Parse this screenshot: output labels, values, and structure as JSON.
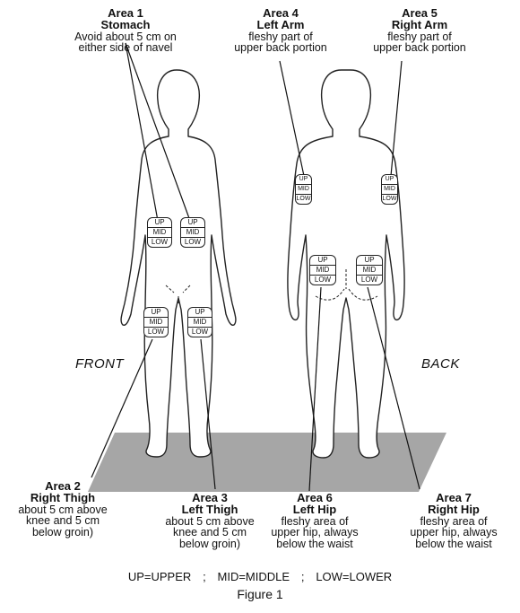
{
  "areas": [
    {
      "title": "Area 1",
      "subtitle": "Stomach",
      "lines": [
        "Avoid about 5 cm on",
        "either side of navel"
      ]
    },
    {
      "title": "Area 4",
      "subtitle": "Left Arm",
      "lines": [
        "fleshy part of",
        "upper back portion"
      ]
    },
    {
      "title": "Area 5",
      "subtitle": "Right Arm",
      "lines": [
        "fleshy part of",
        "upper back portion"
      ]
    },
    {
      "title": "Area 2",
      "subtitle": "Right Thigh",
      "lines": [
        "about 5 cm above",
        "knee and 5 cm",
        "below groin)"
      ]
    },
    {
      "title": "Area 3",
      "subtitle": "Left Thigh",
      "lines": [
        "about 5 cm above",
        "knee and 5 cm",
        "below groin)"
      ]
    },
    {
      "title": "Area 6",
      "subtitle": "Left Hip",
      "lines": [
        "fleshy area of",
        "upper hip, always",
        "below the waist"
      ]
    },
    {
      "title": "Area 7",
      "subtitle": "Right Hip",
      "lines": [
        "fleshy area of",
        "upper hip, always",
        "below the waist"
      ]
    }
  ],
  "views": {
    "front": "FRONT",
    "back": "BACK"
  },
  "zone_labels": [
    "UP",
    "MID",
    "LOW"
  ],
  "legend": {
    "up": "UP=UPPER",
    "mid": "MID=MIDDLE",
    "low": "LOW=LOWER",
    "separator": ";"
  },
  "caption": "Figure 1",
  "colors": {
    "floor": "#a6a6a6",
    "outline": "#222222"
  }
}
